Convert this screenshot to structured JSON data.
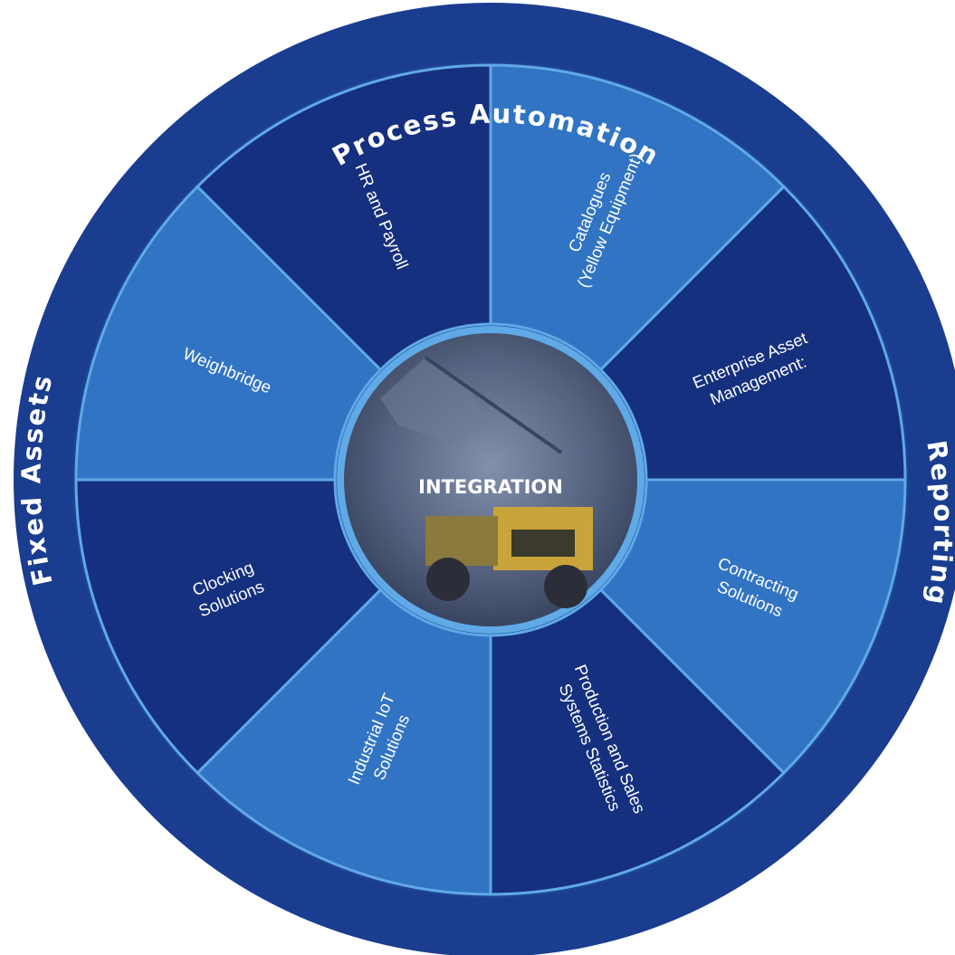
{
  "center": {
    "label": "INTEGRATION"
  },
  "outer_ring": {
    "top": "Process Automation",
    "left": "Fixed Assets",
    "right": "Reporting"
  },
  "segments": [
    {
      "name": "catalogues",
      "lines": [
        "Catalogues",
        "(Yellow Equipment)"
      ],
      "shade": "light"
    },
    {
      "name": "enterprise-asset-management",
      "lines": [
        "Enterprise Asset",
        "Management:"
      ],
      "shade": "dark"
    },
    {
      "name": "contracting-solutions",
      "lines": [
        "Contracting",
        "Solutions"
      ],
      "shade": "light"
    },
    {
      "name": "production-and-sales",
      "lines": [
        "Production and Sales",
        "Systems Statistics"
      ],
      "shade": "dark"
    },
    {
      "name": "industrial-iot",
      "lines": [
        "Industrial IoT",
        "Solutions"
      ],
      "shade": "light"
    },
    {
      "name": "clocking-solutions",
      "lines": [
        "Clocking",
        "Solutions"
      ],
      "shade": "dark"
    },
    {
      "name": "weighbridge",
      "lines": [
        "Weighbridge"
      ],
      "shade": "light"
    },
    {
      "name": "hr-and-payroll",
      "lines": [
        "HR and Payroll"
      ],
      "shade": "dark"
    }
  ],
  "colors": {
    "outer_ring": "#1a3d8f",
    "segment_dark": "#15307e",
    "segment_light": "#3174c4",
    "divider": "#5fa9e6",
    "center_fill": "#4b5a7a"
  }
}
